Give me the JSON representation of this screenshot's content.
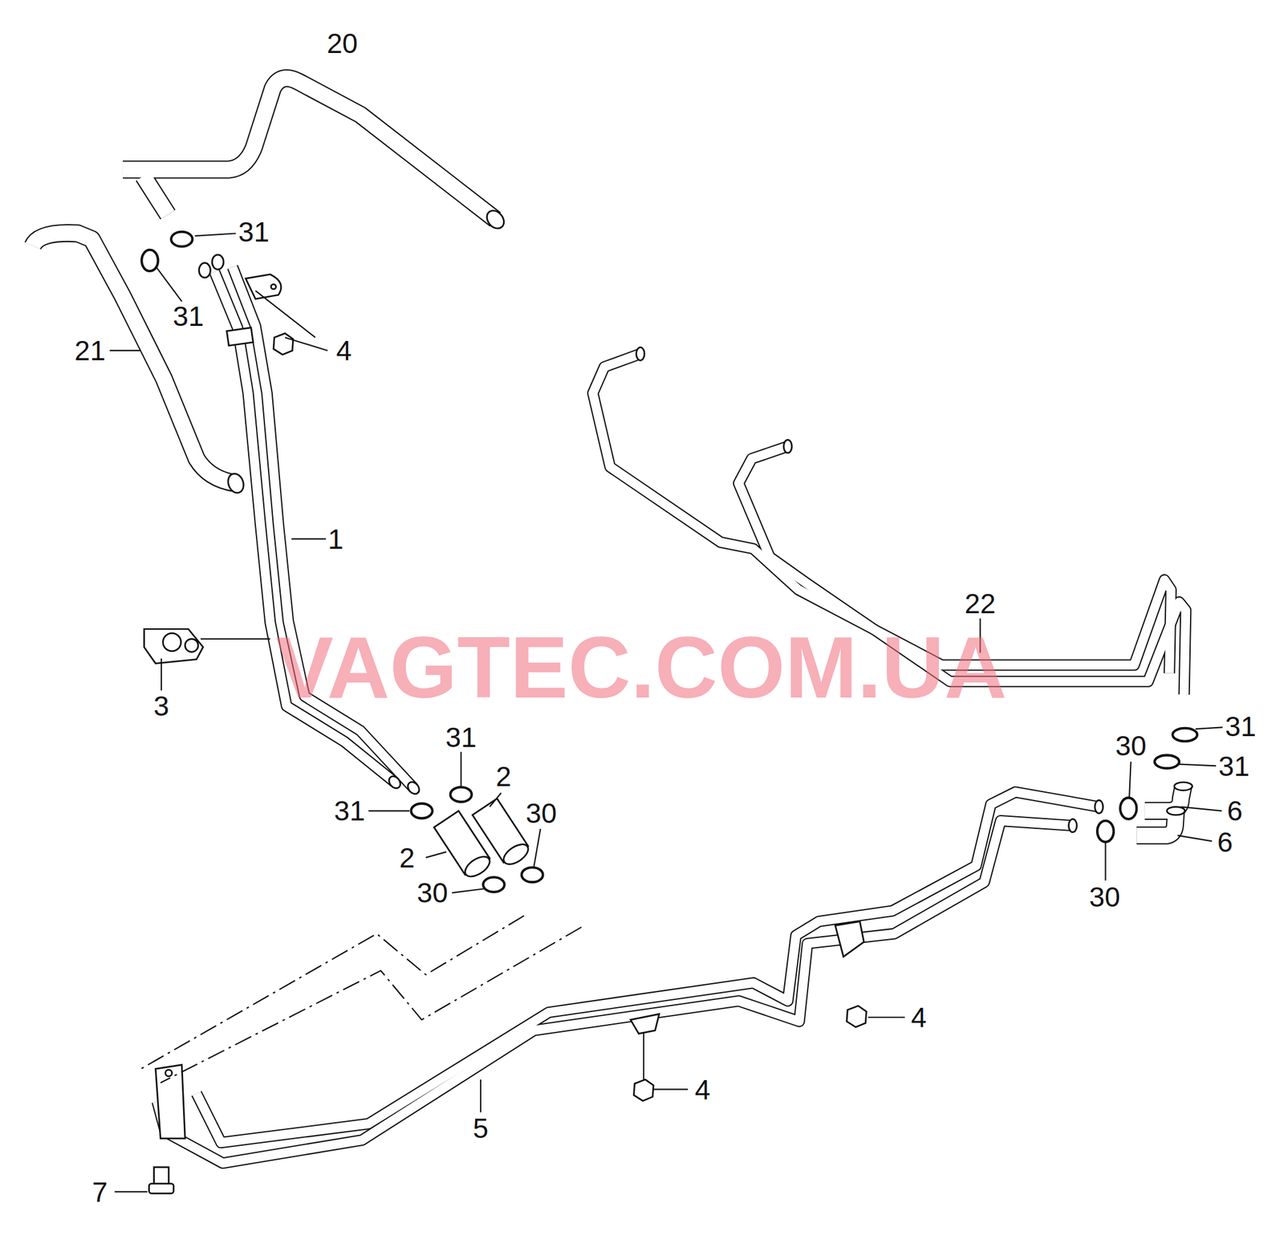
{
  "diagram": {
    "labels": [
      "20",
      "31",
      "31",
      "4",
      "21",
      "1",
      "22",
      "3",
      "VAGTEC.COM.UA",
      "31",
      "31",
      "30",
      "31",
      "2",
      "30",
      "6",
      "31",
      "2",
      "6",
      "30",
      "30",
      "4",
      "4",
      "5",
      "7"
    ]
  }
}
